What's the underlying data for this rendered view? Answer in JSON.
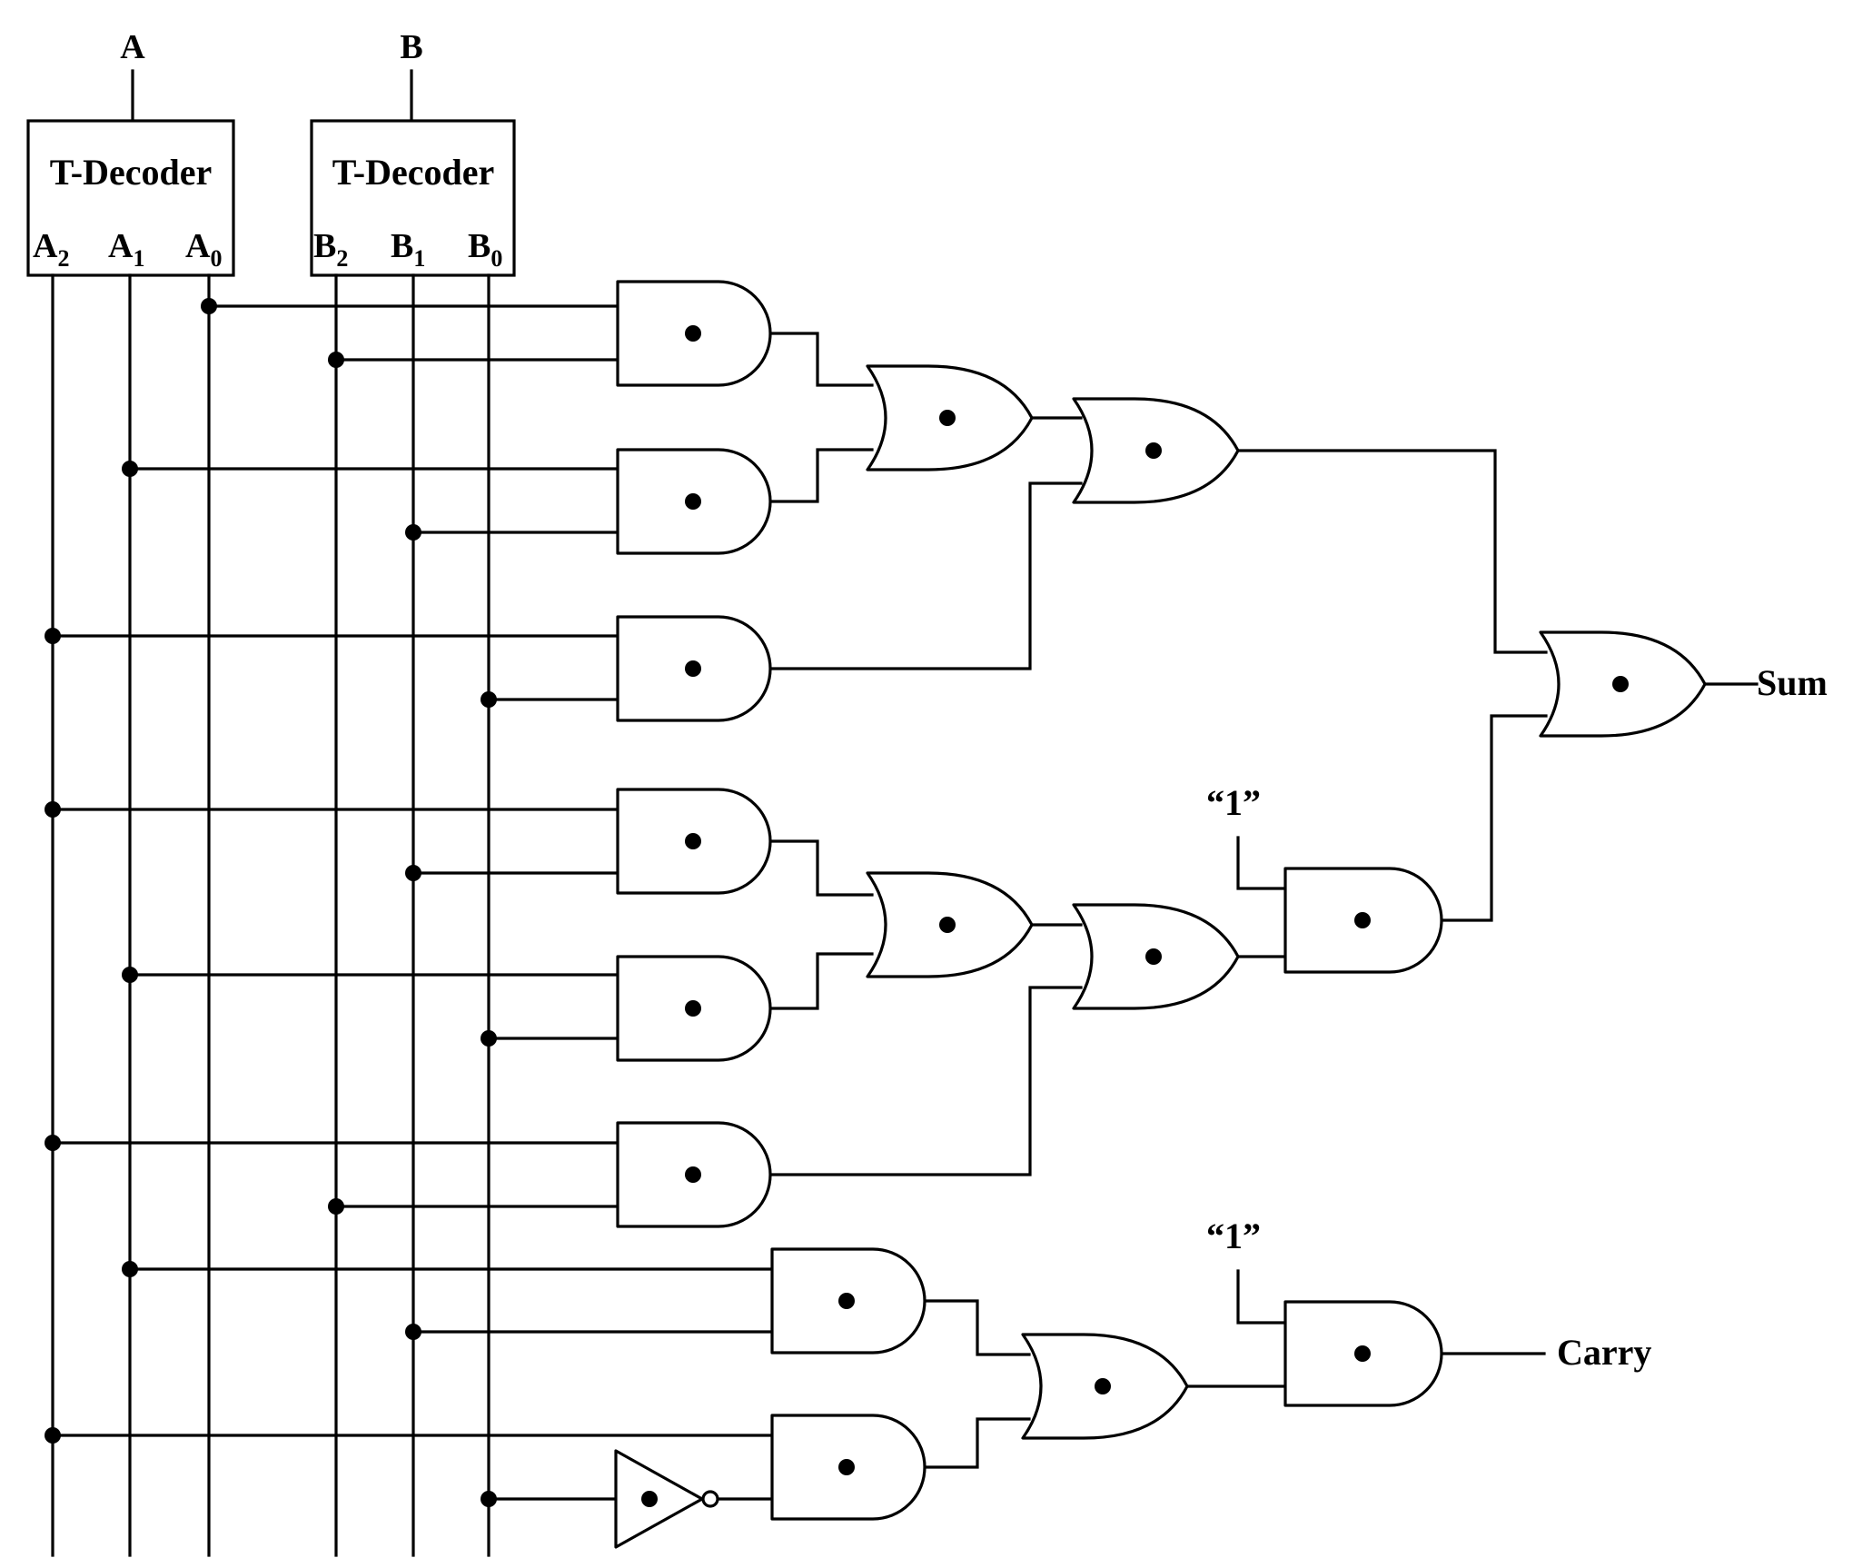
{
  "inputs": {
    "a": "A",
    "b": "B"
  },
  "decoders": [
    {
      "label": "T-Decoder",
      "outputs": [
        [
          "A",
          "2"
        ],
        [
          "A",
          "1"
        ],
        [
          "A",
          "0"
        ]
      ]
    },
    {
      "label": "T-Decoder",
      "outputs": [
        [
          "B",
          "2"
        ],
        [
          "B",
          "1"
        ],
        [
          "B",
          "0"
        ]
      ]
    }
  ],
  "constants": {
    "one_a": "“1”",
    "one_b": "“1”"
  },
  "outputs": {
    "sum": "Sum",
    "carry": "Carry"
  }
}
